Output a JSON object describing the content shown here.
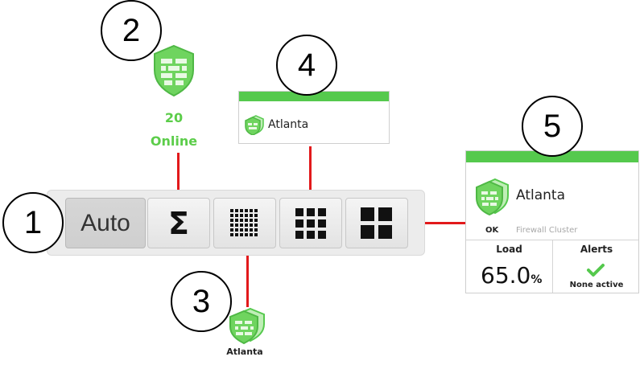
{
  "callouts": [
    "1",
    "2",
    "3",
    "4",
    "5"
  ],
  "toolbar": {
    "auto_label": "Auto",
    "sigma_label": "Σ",
    "buttons": [
      "summary-view",
      "icon-view",
      "small-tile-view",
      "large-tile-view"
    ]
  },
  "summary_widget": {
    "count": "20",
    "status": "Online",
    "icon": "shield-brick-icon"
  },
  "icon_view": {
    "name": "Atlanta",
    "icon": "shield-stack-icon"
  },
  "small_tile": {
    "name": "Atlanta",
    "icon": "shield-stack-icon"
  },
  "large_tile": {
    "name": "Atlanta",
    "status": "OK",
    "type": "Firewall Cluster",
    "load_label": "Load",
    "load_value": "65.0",
    "load_unit": "%",
    "alerts_label": "Alerts",
    "alerts_value": "None active",
    "icon": "shield-stack-icon",
    "check_icon": "checkmark-icon"
  },
  "colors": {
    "status_green": "#55c94d",
    "connector_red": "#e2191b"
  }
}
